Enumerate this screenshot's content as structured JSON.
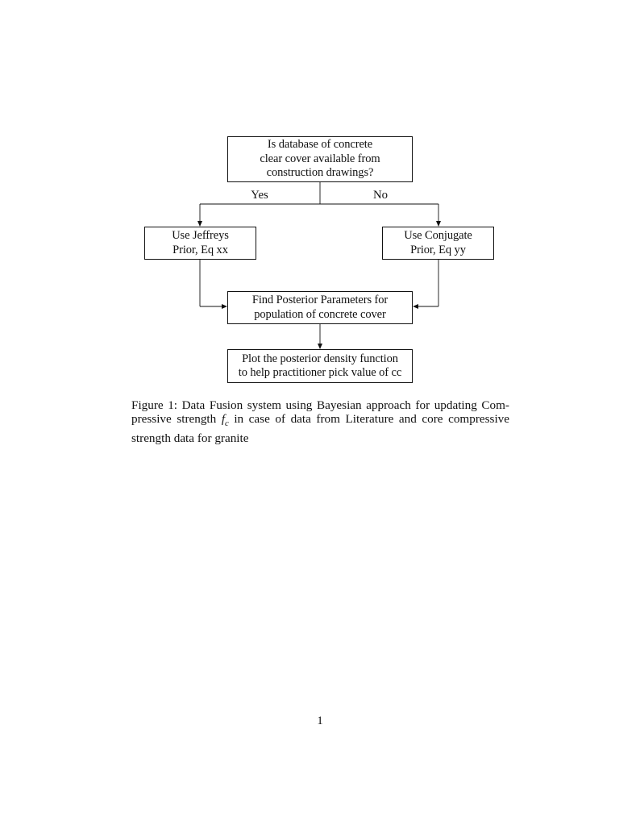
{
  "page": {
    "number": "1",
    "background_color": "#ffffff",
    "ink_color": "#111111"
  },
  "flowchart": {
    "nodes": {
      "question": {
        "text": "Is database of concrete\nclear cover available from\nconstruction drawings?"
      },
      "jeffreys": {
        "text": "Use Jeffreys\nPrior, Eq xx"
      },
      "conjugate": {
        "text": "Use Conjugate\nPrior, Eq yy"
      },
      "posterior": {
        "text": "Find Posterior Parameters for\npopulation of concrete cover"
      },
      "plot": {
        "text": "Plot the posterior density function\nto help practitioner pick value of cc"
      }
    },
    "edge_labels": {
      "yes": "Yes",
      "no": "No"
    },
    "line_color": "#111111",
    "box_border_color": "#111111"
  },
  "caption": {
    "line1": "Figure 1: Data Fusion system using Bayesian approach for updating Com-",
    "line2_prefix": "pressive strength ",
    "math_variable": "f",
    "math_subscript": "c",
    "line2_suffix": " in case of data from Literature and core compressive",
    "line3": "strength data for granite"
  }
}
